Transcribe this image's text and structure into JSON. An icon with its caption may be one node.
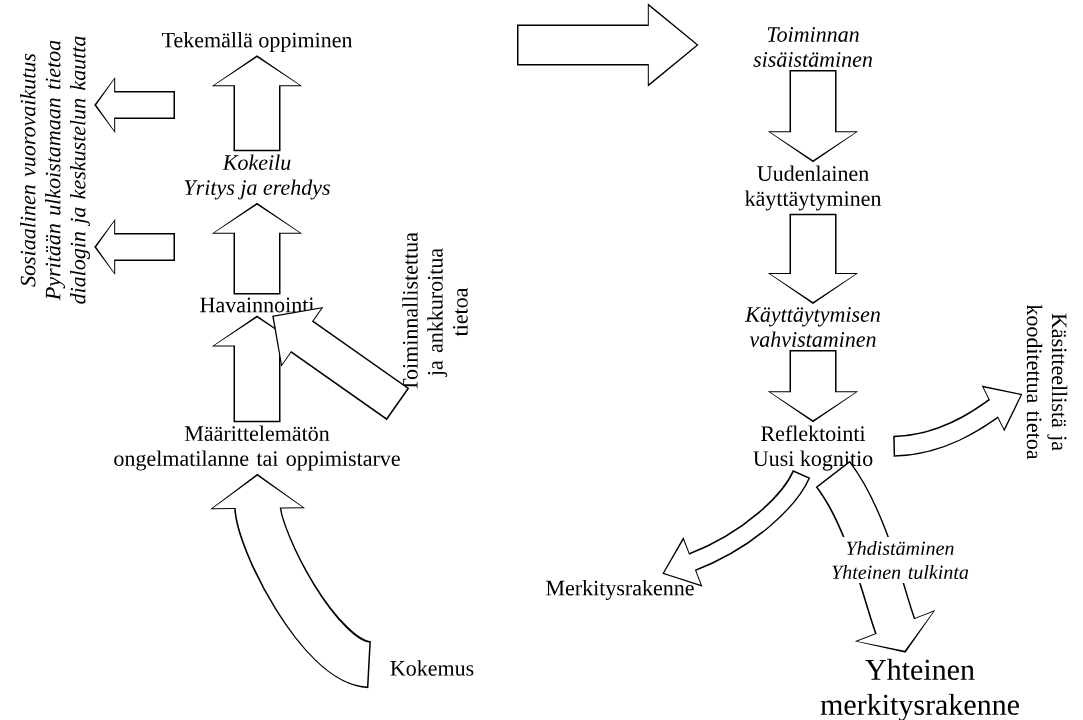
{
  "diagram": {
    "nodes": [
      {
        "text": [
          "Tekemällä oppiminen"
        ]
      },
      {
        "text": [
          "Kokeilu",
          "Yritys ja erehdys"
        ]
      },
      {
        "text": [
          "Havainnointi"
        ]
      },
      {
        "text": [
          "Määrittelemätön ongelmatilanne tai oppimistarve"
        ]
      },
      {
        "text": [
          "Kokemus"
        ]
      },
      {
        "text": [
          "Sosiaalinen vuorovaikutus",
          "Pyritään ulkoistamaan tietoa dialogin ja keskustelun kautta"
        ]
      },
      {
        "text": [
          "Toiminnallistettua ja ankkuroitua tietoa"
        ]
      },
      {
        "text": [
          "Toiminnan sisäistäminen"
        ]
      },
      {
        "text": [
          "Uudenlainen käyttäytyminen"
        ]
      },
      {
        "text": [
          "Käyttäytymisen vahvistaminen"
        ]
      },
      {
        "text": [
          "Reflektointi",
          "Uusi kognitio"
        ]
      },
      {
        "text": [
          "Käsitteellistä ja kooditettua tietoa"
        ]
      },
      {
        "text": [
          "Merkitysrakenne"
        ]
      },
      {
        "text": [
          "Yhteinen merkitysrakenne"
        ]
      }
    ],
    "edges": [
      {
        "from": 4,
        "to": 3,
        "arrow": "to"
      },
      {
        "from": 3,
        "to": 2,
        "arrow": "to"
      },
      {
        "from": 6,
        "to": 2,
        "arrow": "to"
      },
      {
        "from": 2,
        "to": 1,
        "arrow": "to"
      },
      {
        "from": 1,
        "to": 0,
        "arrow": "to"
      },
      {
        "from": null,
        "to": 5,
        "arrow": "to"
      },
      {
        "from": null,
        "to": 5,
        "arrow": "to"
      },
      {
        "from": null,
        "to": 7,
        "arrow": "to"
      },
      {
        "from": 7,
        "to": 8,
        "arrow": "to"
      },
      {
        "from": 8,
        "to": 9,
        "arrow": "to"
      },
      {
        "from": 9,
        "to": 10,
        "arrow": "to"
      },
      {
        "from": 10,
        "to": 11,
        "arrow": "to"
      },
      {
        "from": 10,
        "to": 12,
        "arrow": "to"
      },
      {
        "from": 10,
        "to": 13,
        "arrow": "to",
        "label": "Yhdistäminen Yhteinen tulkinta"
      }
    ]
  }
}
